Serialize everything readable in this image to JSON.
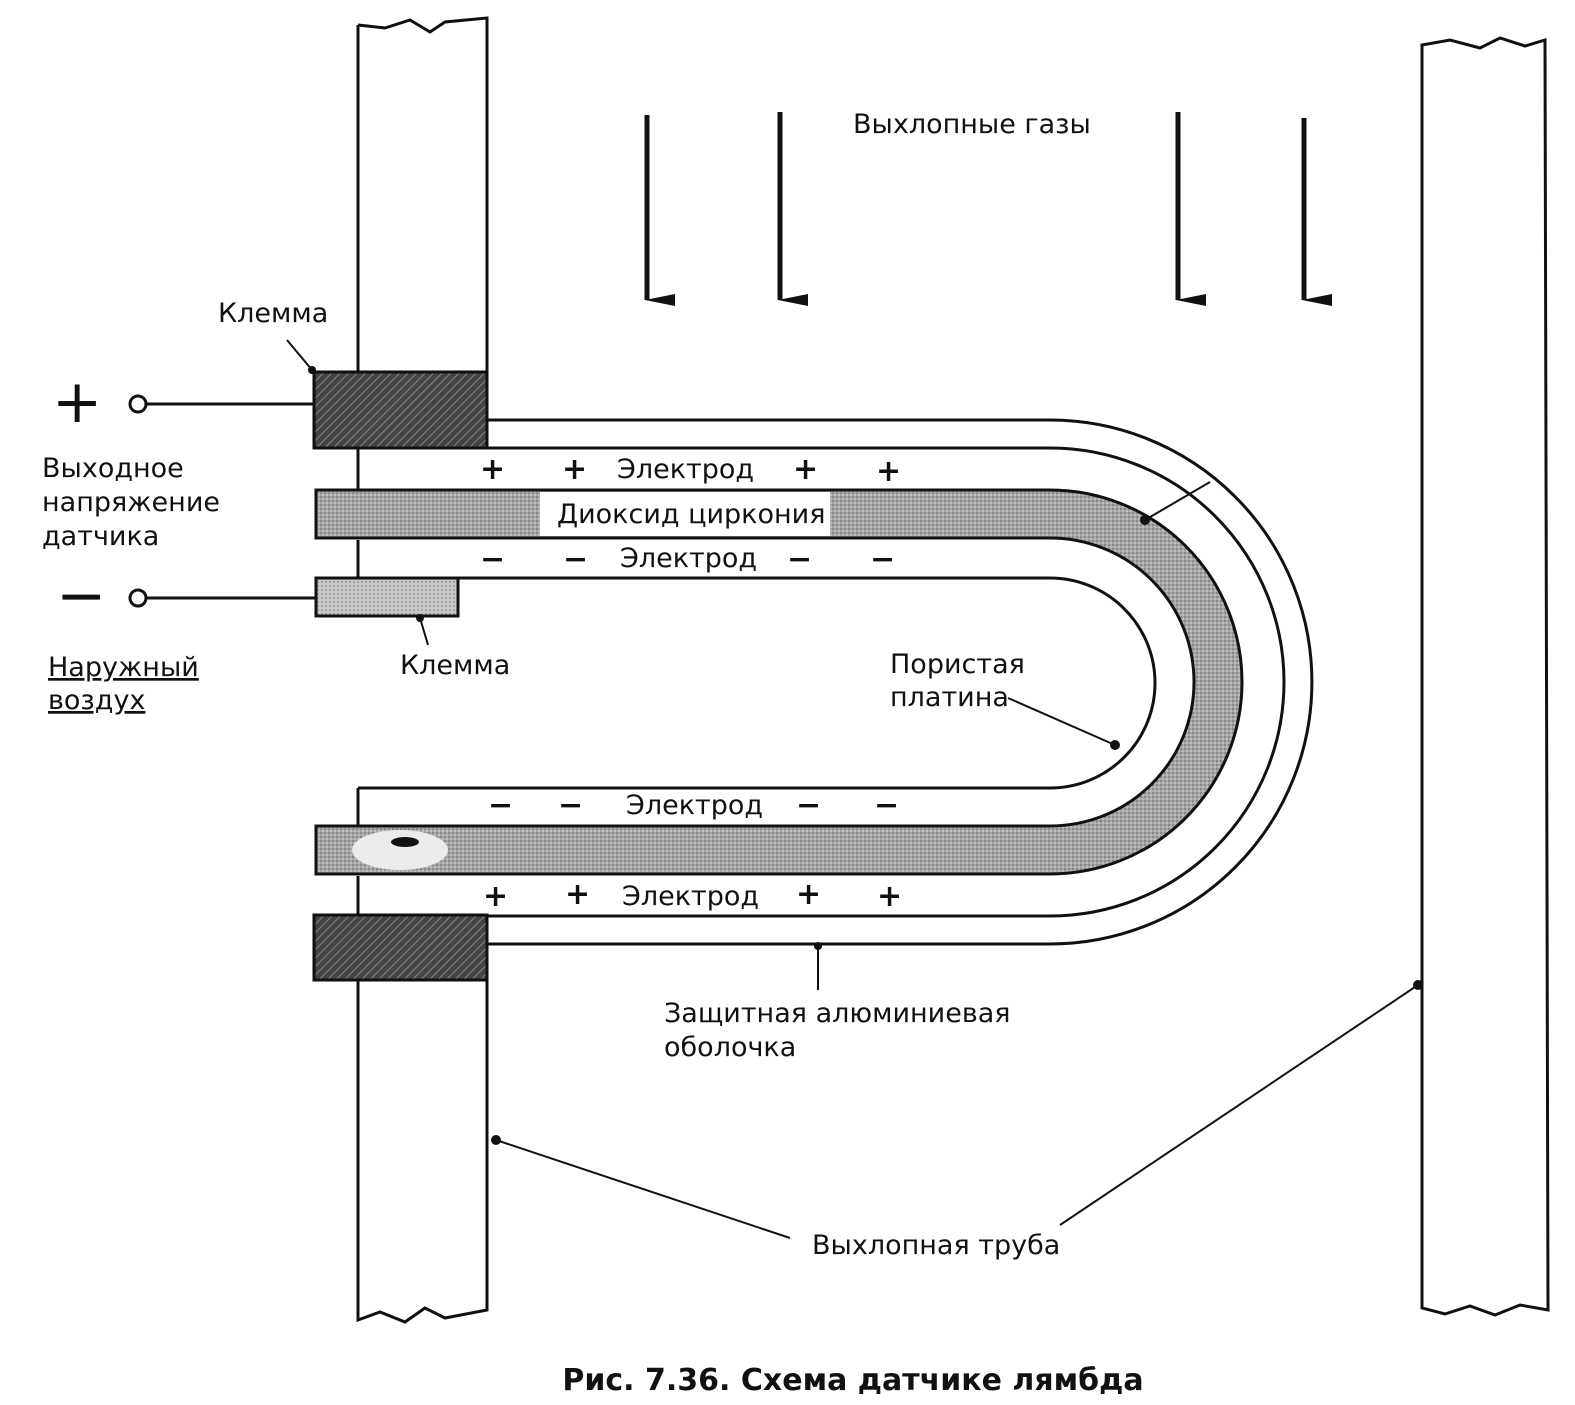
{
  "caption": "Рис. 7.36. Схема датчике лямбда",
  "labels": {
    "exhaust_gases": "Выхлопные газы",
    "terminal_top": "Клемма",
    "terminal_bottom": "Клемма",
    "output_voltage": [
      "Выходное",
      "напряжение",
      "датчика"
    ],
    "outside_air": [
      "Наружный",
      "воздух"
    ],
    "electrode": "Электрод",
    "zirconia": "Диоксид циркония",
    "porous_platinum": [
      "Пористая",
      "платина"
    ],
    "shield": [
      "Защитная алюминиевая",
      "оболочка"
    ],
    "exhaust_pipe": "Выхлопная труба",
    "plus": "+",
    "minus": "−"
  },
  "colors": {
    "line": "#111111",
    "zirconia_fill": "#9a9a9a",
    "terminal_dark": "#3a3a3a",
    "terminal_light": "#bdbdbd",
    "label_box": "#ffffff"
  }
}
